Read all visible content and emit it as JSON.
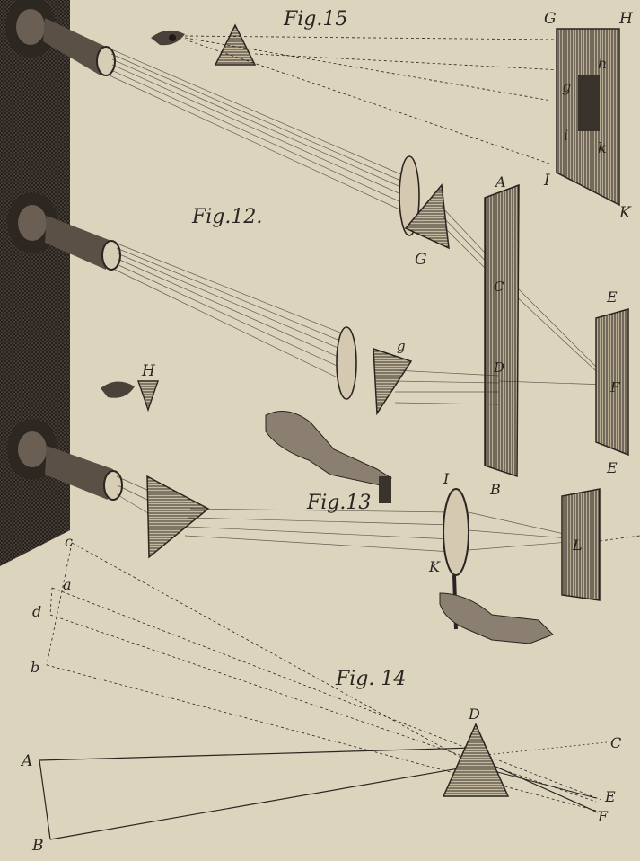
{
  "captions": {
    "fig12": "Fig.12.",
    "fig13": "Fig.13",
    "fig14": "Fig. 14",
    "fig15": "Fig.15"
  },
  "labels": {
    "fig15": {
      "G": "G",
      "H": "H",
      "I": "I",
      "K": "K",
      "g": "g",
      "h": "h",
      "i": "i",
      "k": "k"
    },
    "fig12": {
      "A": "A",
      "B": "B",
      "C": "C",
      "D": "D",
      "E_top": "E",
      "E_bottom": "E",
      "F": "F",
      "G": "G",
      "g": "g",
      "H": "H"
    },
    "fig13": {
      "I": "I",
      "K": "K",
      "L": "L"
    },
    "fig14": {
      "A": "A",
      "B": "B",
      "C": "C",
      "D": "D",
      "E": "E",
      "F": "F",
      "a": "a",
      "b": "b",
      "c": "c",
      "d": "d"
    }
  },
  "colors": {
    "paper": "#ddd4be",
    "ink": "#2a2520",
    "wall": "#3a332c",
    "glass": "#4a423a"
  }
}
